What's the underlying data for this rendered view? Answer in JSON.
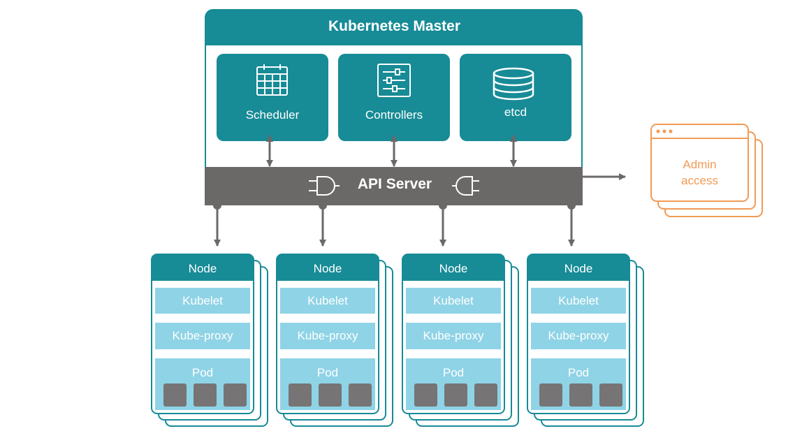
{
  "master": {
    "title": "Kubernetes Master"
  },
  "components": [
    {
      "label": "Scheduler",
      "icon": "calendar-icon"
    },
    {
      "label": "Controllers",
      "icon": "sliders-icon"
    },
    {
      "label": "etcd",
      "icon": "database-icon"
    }
  ],
  "api_server": {
    "label": "API Server"
  },
  "admin": {
    "line1": "Admin",
    "line2": "access"
  },
  "nodes": [
    {
      "title": "Node",
      "kubelet": "Kubelet",
      "proxy": "Kube-proxy",
      "pod": "Pod"
    },
    {
      "title": "Node",
      "kubelet": "Kubelet",
      "proxy": "Kube-proxy",
      "pod": "Pod"
    },
    {
      "title": "Node",
      "kubelet": "Kubelet",
      "proxy": "Kube-proxy",
      "pod": "Pod"
    },
    {
      "title": "Node",
      "kubelet": "Kubelet",
      "proxy": "Kube-proxy",
      "pod": "Pod"
    }
  ],
  "colors": {
    "teal": "#178b96",
    "gray": "#6b6868",
    "light_blue": "#8fd3e6",
    "orange": "#f09a55",
    "container": "#767474"
  }
}
